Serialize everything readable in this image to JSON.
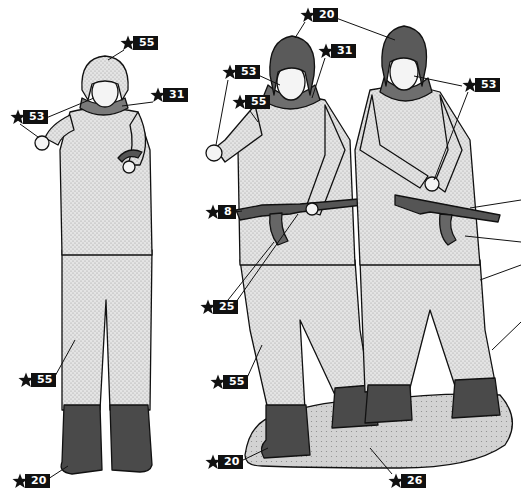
{
  "diagram": {
    "labels": [
      "20",
      "55",
      "53",
      "31",
      "55",
      "31",
      "53",
      "53",
      "8",
      "25",
      "55",
      "55",
      "20",
      "20",
      "26"
    ]
  }
}
